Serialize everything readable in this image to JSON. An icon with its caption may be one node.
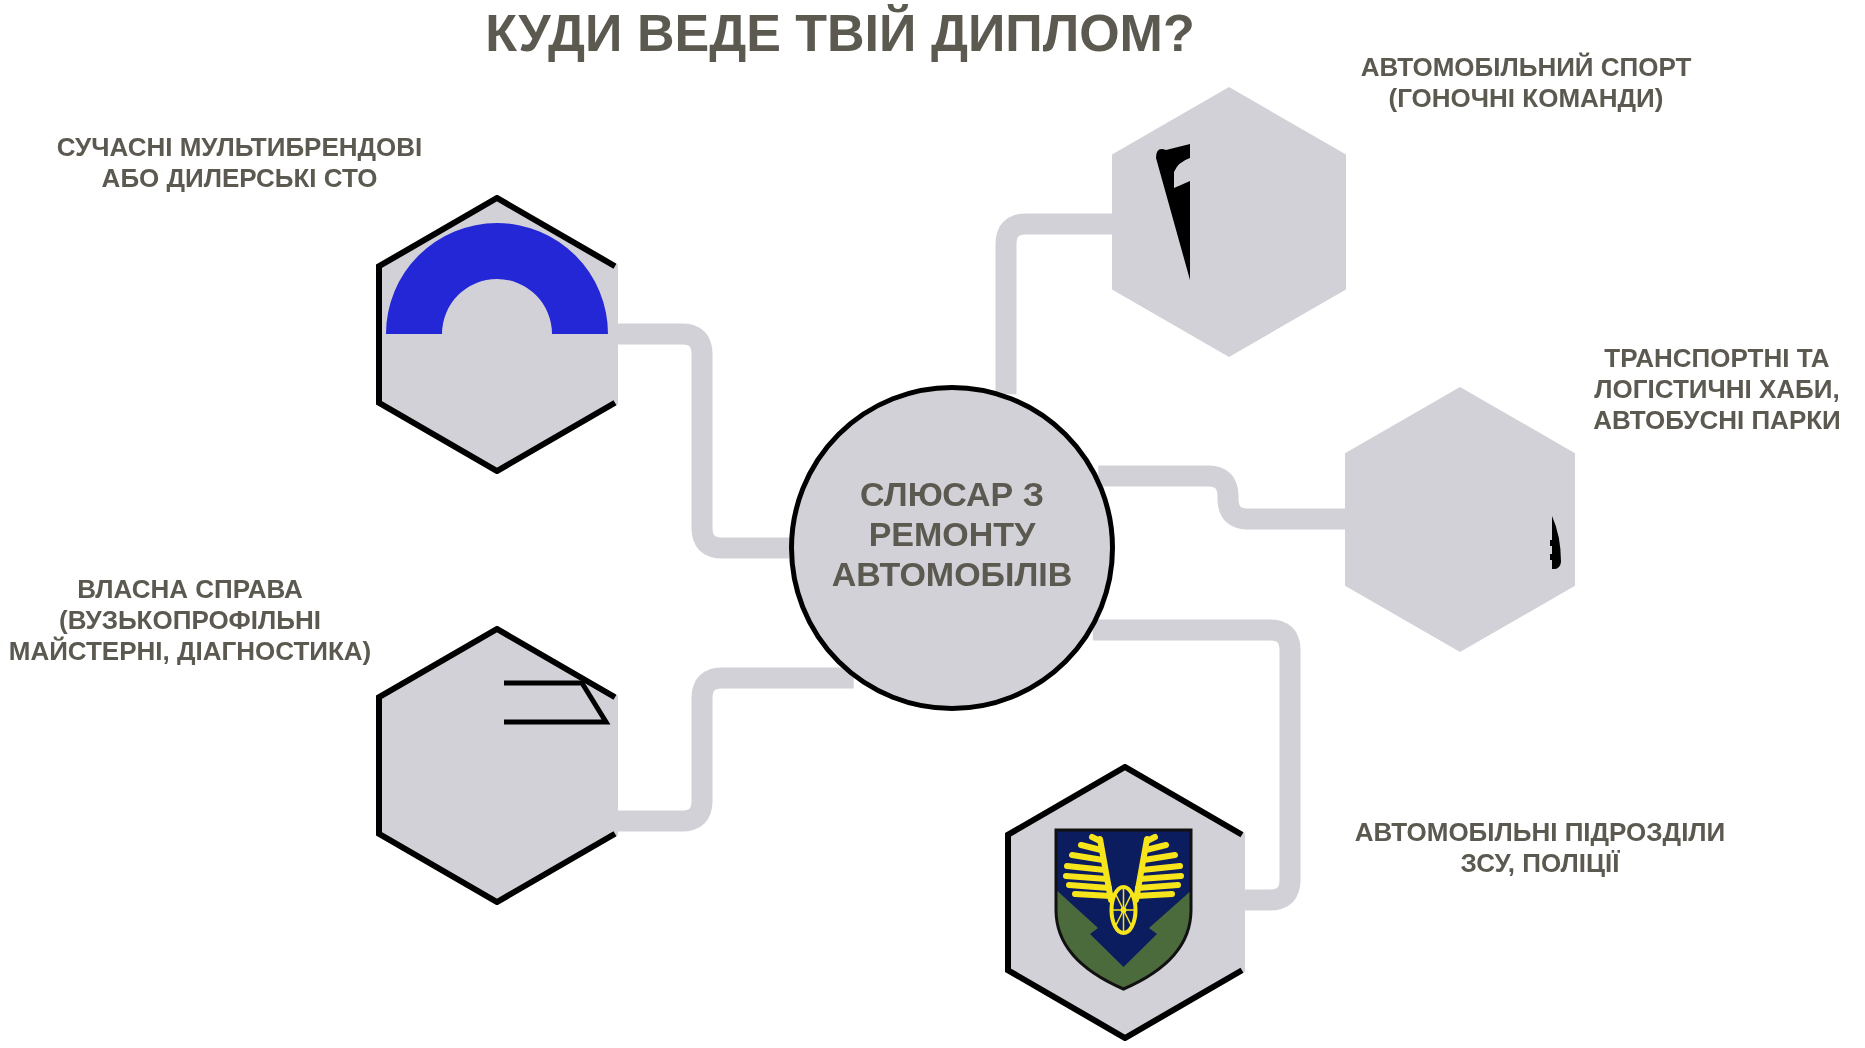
{
  "diagram": {
    "title": "КУДИ ВЕДЕ ТВІЙ ДИПЛОМ?",
    "nodes": [
      {
        "text": [],
        "shape": "hexagon",
        "beside": [
          "СУЧАСНІ МУЛЬТИБРЕНДОВІ АБО ДИЛЕРСЬКІ СТО"
        ]
      },
      {
        "text": [],
        "shape": "hexagon",
        "beside": [
          "АВТОМОБІЛЬНИЙ СПОРТ (ГОНОЧНІ КОМАНДИ)"
        ]
      },
      {
        "text": [
          "СЛЮСАР З РЕМОНТУ АВТОМОБІЛІВ"
        ]
      },
      {
        "text": [],
        "shape": "hexagon",
        "beside": [
          "ТРАНСПОРТНІ ТА ЛОГІСТИЧНІ ХАБИ, АВТОБУСНІ ПАРКИ"
        ]
      },
      {
        "text": [],
        "shape": "hexagon",
        "beside": [
          "ВЛАСНА СПРАВА (ВУЗЬКОПРОФІЛЬНІ МАЙСТЕРНІ, ДІАГНОСТИКА)"
        ]
      },
      {
        "text": [],
        "shape": "hexagon"
      }
    ],
    "edges": [
      {
        "from": 2,
        "to": 0,
        "arrow": "none"
      },
      {
        "from": 2,
        "to": 1,
        "arrow": "none"
      },
      {
        "from": 2,
        "to": 3,
        "arrow": "none"
      },
      {
        "from": 2,
        "to": 4,
        "arrow": "none"
      },
      {
        "from": 2,
        "to": 5,
        "arrow": "none"
      }
    ],
    "labels": [
      "АВТОМОБІЛЬНІ ПІДРОЗДІЛИ ЗСУ, ПОЛІЦІЇ"
    ]
  }
}
